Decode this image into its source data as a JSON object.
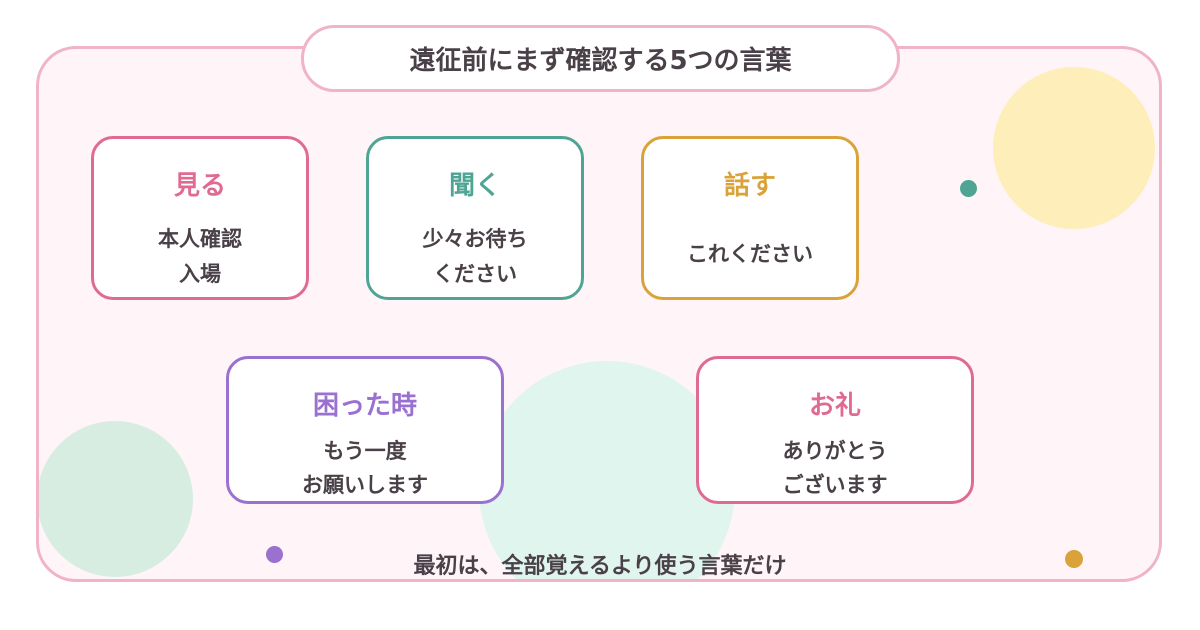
{
  "title": "遠征前にまず確認する5つの言葉",
  "cards": [
    {
      "heading": "見る",
      "lines": [
        "本人確認",
        "入場"
      ]
    },
    {
      "heading": "聞く",
      "lines": [
        "少々お待ち",
        "ください"
      ]
    },
    {
      "heading": "話す",
      "lines": [
        "これください"
      ]
    },
    {
      "heading": "困った時",
      "lines": [
        "もう一度",
        "お願いします"
      ]
    },
    {
      "heading": "お礼",
      "lines": [
        "ありがとう",
        "ございます"
      ]
    }
  ],
  "footer": "最初は、全部覚えるより使う言葉だけ",
  "colors": {
    "pink": "#e06b92",
    "teal": "#4fa594",
    "gold": "#d9a33a",
    "purple": "#9a70d1",
    "panel_bg": "#fff4f8",
    "panel_border": "#f0b3c8",
    "text": "#4a4148"
  }
}
